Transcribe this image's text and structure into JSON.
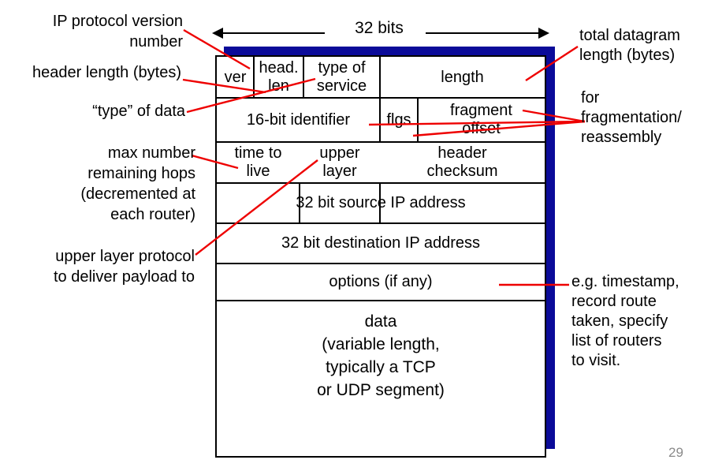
{
  "slide": {
    "bits_label": "32 bits",
    "page_number": "29"
  },
  "fields": {
    "version": "ver",
    "header_length": "head.\nlen",
    "type_of_service": "type of\nservice",
    "length": "length",
    "identifier": "16-bit identifier",
    "flags": "flgs",
    "fragment_offset": "fragment\noffset",
    "time_to_live": "time to\nlive",
    "upper_layer": "upper\nlayer",
    "header_checksum": "header\nchecksum",
    "source_address": "32 bit source IP address",
    "destination_address": "32 bit destination IP address",
    "options": "options (if any)",
    "data": "data\n(variable length,\ntypically a TCP\nor UDP segment)"
  },
  "annotations": {
    "left": [
      {
        "id": "ip-version",
        "text": "IP protocol version\nnumber"
      },
      {
        "id": "header-length",
        "text": "header length (bytes)"
      },
      {
        "id": "type-of-data",
        "text": "“type” of data"
      },
      {
        "id": "max-hops",
        "text": "max number\nremaining hops\n(decremented at\neach router)"
      },
      {
        "id": "upper-layer-protocol",
        "text": "upper layer protocol\nto deliver payload to"
      }
    ],
    "right": [
      {
        "id": "total-length",
        "text": "total datagram\nlength (bytes)"
      },
      {
        "id": "fragmentation",
        "text": "for\nfragmentation/\nreassembly"
      },
      {
        "id": "options-examples",
        "text": "e.g. timestamp,\nrecord route\ntaken, specify\nlist of routers\nto visit."
      }
    ]
  },
  "colors": {
    "shadow_blue": "#0b0b99",
    "connector_red": "#ee0000",
    "page_number_gray": "#8a8a8a"
  }
}
